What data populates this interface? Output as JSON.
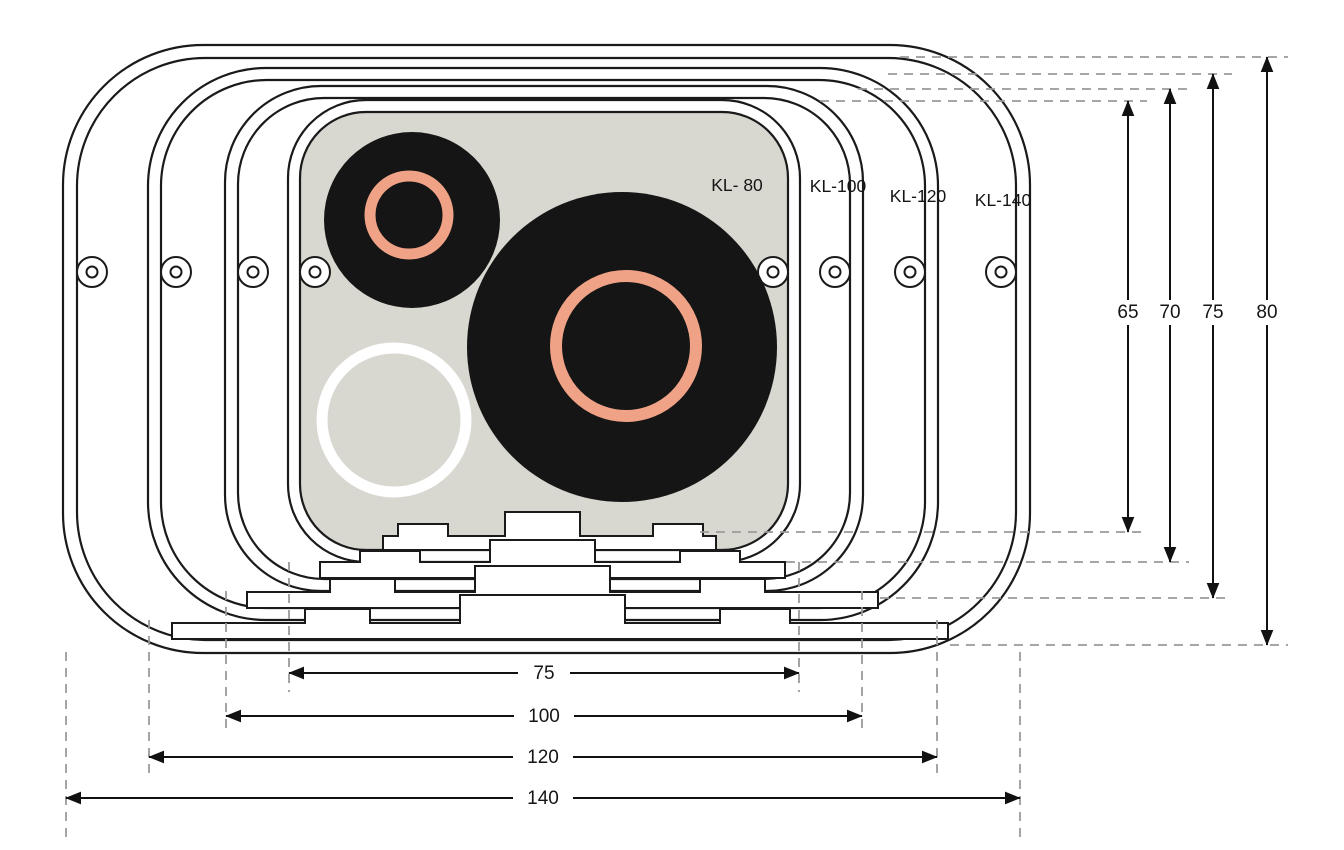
{
  "diagram": {
    "profile_labels": [
      {
        "label": "KL- 80"
      },
      {
        "label": "KL-100"
      },
      {
        "label": "KL-120"
      },
      {
        "label": "KL-140"
      }
    ],
    "width_dimensions": [
      {
        "value": "75"
      },
      {
        "value": "100"
      },
      {
        "value": "120"
      },
      {
        "value": "140"
      }
    ],
    "height_dimensions": [
      {
        "value": "65"
      },
      {
        "value": "70"
      },
      {
        "value": "75"
      },
      {
        "value": "80"
      }
    ],
    "colors": {
      "outline": "#1a1a1a",
      "cable_sheath": "#151515",
      "conductor_copper": "#f0a287",
      "interior_gray": "#d8d7d0",
      "empty_duct_white": "#ffffff",
      "dashed_gray": "#9a9a9a"
    }
  }
}
